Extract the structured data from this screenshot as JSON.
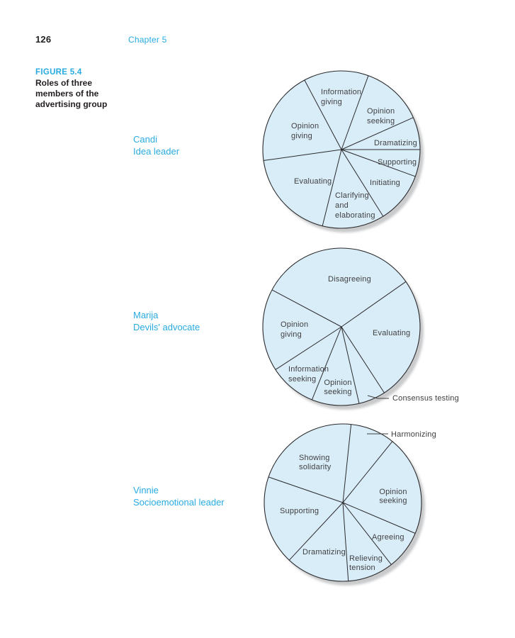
{
  "page": {
    "page_number": "126",
    "chapter": "Chapter 5"
  },
  "figure": {
    "label": "FIGURE 5.4",
    "caption_lines": [
      "Roles of three",
      "members of the",
      "advertising group"
    ]
  },
  "colors": {
    "accent_blue": "#29abe2",
    "pie_fill": "#d9edf9",
    "pie_stroke": "#2a2a2c",
    "label_text": "#404041",
    "shadow": "#c9cacc"
  },
  "people": [
    {
      "name": "Candi",
      "role": "Idea leader"
    },
    {
      "name": "Marija",
      "role": "Devils' advocate"
    },
    {
      "name": "Vinnie",
      "role": "Socioemotional leader"
    }
  ],
  "chart_data": [
    {
      "type": "pie",
      "person": "Candi",
      "role": "Idea leader",
      "start_angle_deg": -28,
      "slices": [
        {
          "label": "Information giving",
          "lines": [
            "Information",
            "giving"
          ],
          "degrees": 48
        },
        {
          "label": "Opinion seeking",
          "lines": [
            "Opinion",
            "seeking"
          ],
          "degrees": 46
        },
        {
          "label": "Dramatizing",
          "lines": [
            "Dramatizing"
          ],
          "degrees": 24
        },
        {
          "label": "Supporting",
          "lines": [
            "Supporting"
          ],
          "degrees": 20
        },
        {
          "label": "Initiating",
          "lines": [
            "Initiating"
          ],
          "degrees": 38
        },
        {
          "label": "Clarifying and elaborating",
          "lines": [
            "Clarifying",
            "and",
            "elaborating"
          ],
          "degrees": 46
        },
        {
          "label": "Evaluating",
          "lines": [
            "Evaluating"
          ],
          "degrees": 68
        },
        {
          "label": "Opinion giving",
          "lines": [
            "Opinion",
            "giving"
          ],
          "degrees": 70
        }
      ]
    },
    {
      "type": "pie",
      "person": "Marija",
      "role": "Devils' advocate",
      "start_angle_deg": -62,
      "slices": [
        {
          "label": "Disagreeing",
          "lines": [
            "Disagreeing"
          ],
          "degrees": 117
        },
        {
          "label": "Evaluating",
          "lines": [
            "Evaluating"
          ],
          "degrees": 92
        },
        {
          "label": "Consensus testing",
          "lines": [
            "Consensus testing"
          ],
          "degrees": 20,
          "outside": true
        },
        {
          "label": "Opinion seeking",
          "lines": [
            "Opinion",
            "seeking"
          ],
          "degrees": 35
        },
        {
          "label": "Information seeking",
          "lines": [
            "Information",
            "seeking"
          ],
          "degrees": 35
        },
        {
          "label": "Opinion giving",
          "lines": [
            "Opinion",
            "giving"
          ],
          "degrees": 61
        }
      ]
    },
    {
      "type": "pie",
      "person": "Vinnie",
      "role": "Socioemotional leader",
      "start_angle_deg": 6,
      "slices": [
        {
          "label": "Harmonizing",
          "lines": [
            "Harmonizing"
          ],
          "degrees": 33,
          "outside": true
        },
        {
          "label": "Opinion seeking",
          "lines": [
            "Opinion",
            "seeking"
          ],
          "degrees": 74
        },
        {
          "label": "Agreeing",
          "lines": [
            "Agreeing"
          ],
          "degrees": 29
        },
        {
          "label": "Relieving tension",
          "lines": [
            "Relieving",
            "tension"
          ],
          "degrees": 34
        },
        {
          "label": "Dramatizing",
          "lines": [
            "Dramatizing"
          ],
          "degrees": 47
        },
        {
          "label": "Supporting",
          "lines": [
            "Supporting"
          ],
          "degrees": 66
        },
        {
          "label": "Showing solidarity",
          "lines": [
            "Showing",
            "solidarity"
          ],
          "degrees": 77
        }
      ]
    }
  ]
}
